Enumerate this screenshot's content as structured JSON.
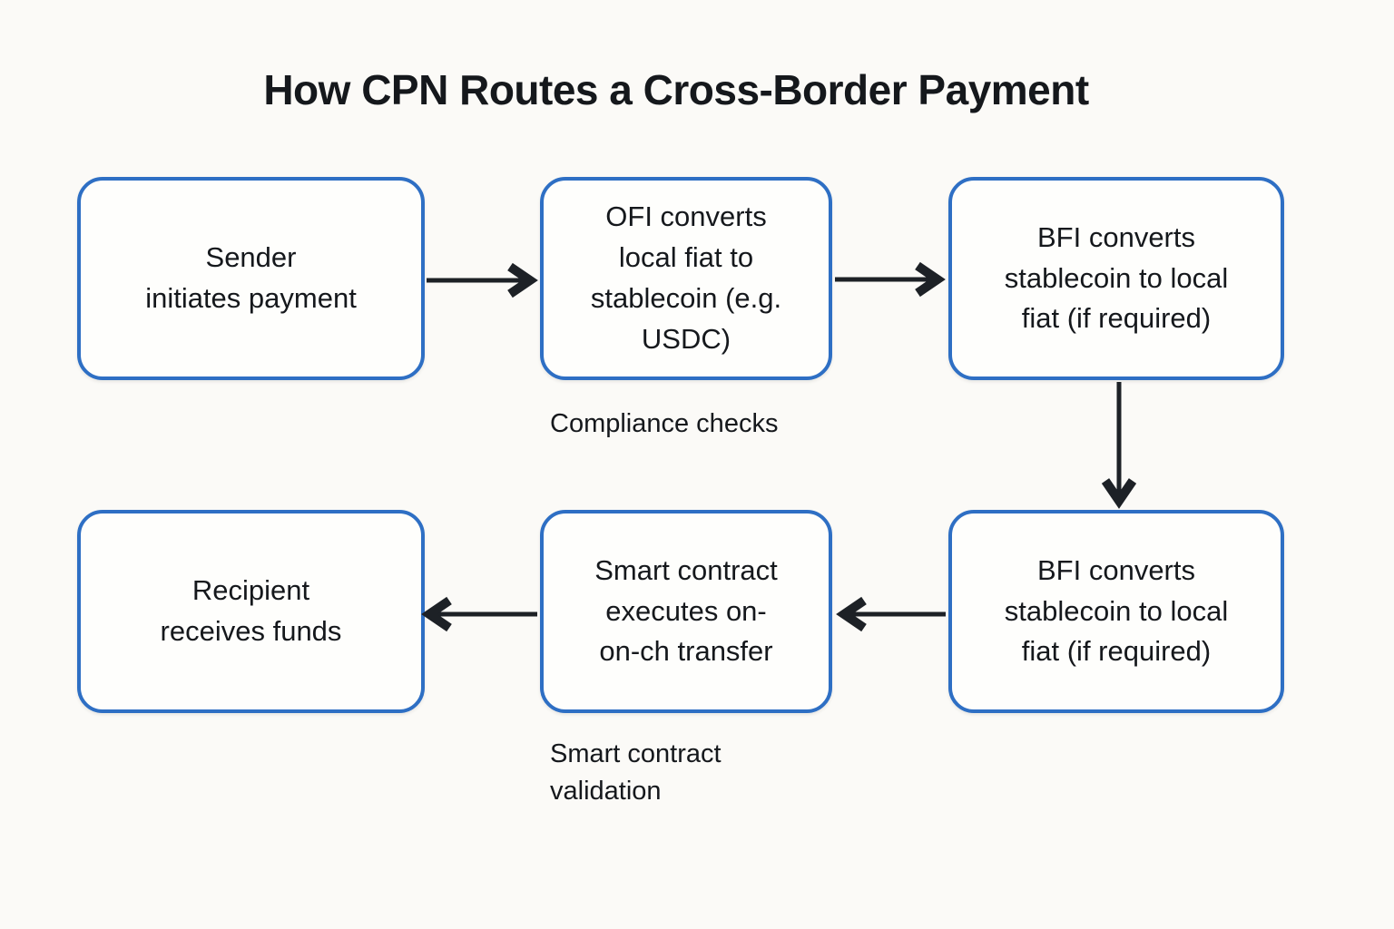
{
  "title": "How CPN Routes a Cross-Border Payment",
  "nodes": [
    {
      "id": "sender",
      "label": "Sender\ninitiates payment"
    },
    {
      "id": "ofi-convert",
      "label": "OFI converts\nlocal fiat to\nstablecoin (e.g.\nUSDC)"
    },
    {
      "id": "bfi-convert-top",
      "label": "BFI converts\nstablecoin to local\nfiat (if required)"
    },
    {
      "id": "bfi-convert-bottom",
      "label": "BFI converts\nstablecoin to local\nfiat (if required)"
    },
    {
      "id": "smart-contract",
      "label": "Smart contract\nexecutes on-\non-ch transfer"
    },
    {
      "id": "recipient",
      "label": "Recipient\nreceives funds"
    }
  ],
  "annotations": [
    {
      "id": "compliance",
      "label": "Compliance checks",
      "attached_to": "ofi-convert"
    },
    {
      "id": "validation",
      "label": "Smart contract\nvalidation",
      "attached_to": "smart-contract"
    }
  ],
  "edges": [
    {
      "from": "sender",
      "to": "ofi-convert",
      "direction": "right"
    },
    {
      "from": "ofi-convert",
      "to": "bfi-convert-top",
      "direction": "right"
    },
    {
      "from": "bfi-convert-top",
      "to": "bfi-convert-bottom",
      "direction": "down"
    },
    {
      "from": "bfi-convert-bottom",
      "to": "smart-contract",
      "direction": "left"
    },
    {
      "from": "smart-contract",
      "to": "recipient",
      "direction": "left"
    }
  ],
  "colors": {
    "background": "#fbfaf7",
    "box_fill": "#fefefc",
    "box_border": "#2e6fc4",
    "arrow": "#1d2126",
    "text": "#15181c"
  }
}
